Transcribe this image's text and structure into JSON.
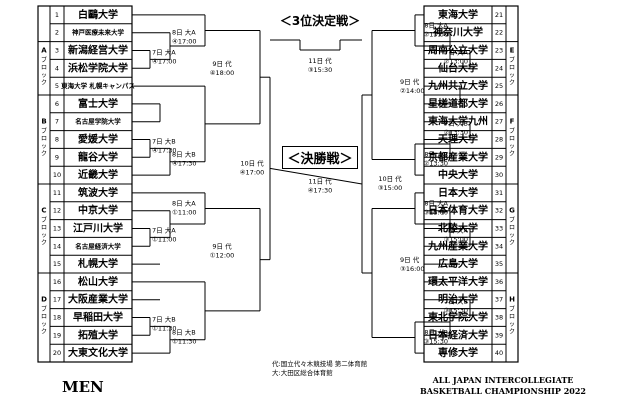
{
  "titles": {
    "third_place": "＜3位決定戦＞",
    "final": "＜決勝戦＞",
    "men": "MEN",
    "championship_line1": "ALL JAPAN INTERCOLLEGIATE",
    "championship_line2": "BASKETBALL CHAMPIONSHIP 2022"
  },
  "venue_notes": [
    "代:国立代々木競技場 第二体育館",
    "大:大田区総合体育館"
  ],
  "blocks": {
    "left": [
      "A",
      "ブロック",
      "B",
      "ブロック",
      "C",
      "ブロック",
      "D",
      "ブロック"
    ],
    "right": [
      "E",
      "ブロック",
      "F",
      "ブロック",
      "G",
      "ブロック",
      "H",
      "ブロック"
    ]
  },
  "left_teams": [
    {
      "seed": "1",
      "name": "白鷗大学"
    },
    {
      "seed": "2",
      "name": "神戸医療未来大学"
    },
    {
      "seed": "3",
      "name": "新潟経営大学"
    },
    {
      "seed": "4",
      "name": "浜松学院大学"
    },
    {
      "seed": "5",
      "name": "東海大学 札幌キャンパス"
    },
    {
      "seed": "6",
      "name": "富士大学"
    },
    {
      "seed": "7",
      "name": "名古屋学院大学"
    },
    {
      "seed": "8",
      "name": "愛媛大学"
    },
    {
      "seed": "9",
      "name": "龍谷大学"
    },
    {
      "seed": "10",
      "name": "近畿大学"
    },
    {
      "seed": "11",
      "name": "筑波大学"
    },
    {
      "seed": "12",
      "name": "中京大学"
    },
    {
      "seed": "13",
      "name": "江戸川大学"
    },
    {
      "seed": "14",
      "name": "名古屋経済大学"
    },
    {
      "seed": "15",
      "name": "札幌大学"
    },
    {
      "seed": "16",
      "name": "松山大学"
    },
    {
      "seed": "17",
      "name": "大阪産業大学"
    },
    {
      "seed": "18",
      "name": "早稲田大学"
    },
    {
      "seed": "19",
      "name": "拓殖大学"
    },
    {
      "seed": "20",
      "name": "大東文化大学"
    }
  ],
  "right_teams": [
    {
      "seed": "21",
      "name": "東海大学"
    },
    {
      "seed": "22",
      "name": "神奈川大学"
    },
    {
      "seed": "23",
      "name": "周南公立大学"
    },
    {
      "seed": "24",
      "name": "仙台大学"
    },
    {
      "seed": "25",
      "name": "九州共立大学"
    },
    {
      "seed": "26",
      "name": "星槎道都大学"
    },
    {
      "seed": "27",
      "name": "東海大学九州"
    },
    {
      "seed": "28",
      "name": "天理大学"
    },
    {
      "seed": "29",
      "name": "京都産業大学"
    },
    {
      "seed": "30",
      "name": "中央大学"
    },
    {
      "seed": "31",
      "name": "日本大学"
    },
    {
      "seed": "32",
      "name": "日本体育大学"
    },
    {
      "seed": "33",
      "name": "北陸大学"
    },
    {
      "seed": "34",
      "name": "九州産業大学"
    },
    {
      "seed": "35",
      "name": "広島大学"
    },
    {
      "seed": "36",
      "name": "環太平洋大学"
    },
    {
      "seed": "37",
      "name": "明治大学"
    },
    {
      "seed": "38",
      "name": "東北学院大学"
    },
    {
      "seed": "39",
      "name": "日本経済大学"
    },
    {
      "seed": "40",
      "name": "専修大学"
    }
  ],
  "matches": {
    "l_r1a": [
      "8日 大A",
      "④17:00"
    ],
    "l_r1b": [
      "7日 大A",
      "④17:00"
    ],
    "l_r1c": [
      "7日 大B",
      "④17:30"
    ],
    "l_r1d": [
      "8日 大B",
      "④17:30"
    ],
    "l_r1e": [
      "8日 大A",
      "①11:00"
    ],
    "l_r1f": [
      "7日 大A",
      "①11:00"
    ],
    "l_r1g": [
      "7日 大B",
      "①11:30"
    ],
    "l_r1h": [
      "8日 大B",
      "①11:30"
    ],
    "l_qf1": [
      "9日 代",
      "④18:00"
    ],
    "l_qf2": [
      "9日 代",
      "①12:00"
    ],
    "l_sf": [
      "10日 代",
      "④17:00"
    ],
    "r_r1a": [
      "8日 大A",
      "②13:00"
    ],
    "r_r1b": [
      "7日 大A",
      "②13:00"
    ],
    "r_r1c": [
      "7日 大B",
      "②13:30"
    ],
    "r_r1d": [
      "8日 大B",
      "②13:30"
    ],
    "r_r1e": [
      "8日 大A",
      "③15:00"
    ],
    "r_r1f": [
      "7日 大A",
      "③15:00"
    ],
    "r_r1g": [
      "7日 大B",
      "③15:30"
    ],
    "r_r1h": [
      "8日 大B",
      "③15:30"
    ],
    "r_qf1": [
      "9日 代",
      "②14:00"
    ],
    "r_qf2": [
      "9日 代",
      "③16:00"
    ],
    "r_sf": [
      "10日 代",
      "③15:00"
    ],
    "third": [
      "11日 代",
      "③15:30"
    ],
    "final": [
      "11日 代",
      "④17:30"
    ]
  }
}
